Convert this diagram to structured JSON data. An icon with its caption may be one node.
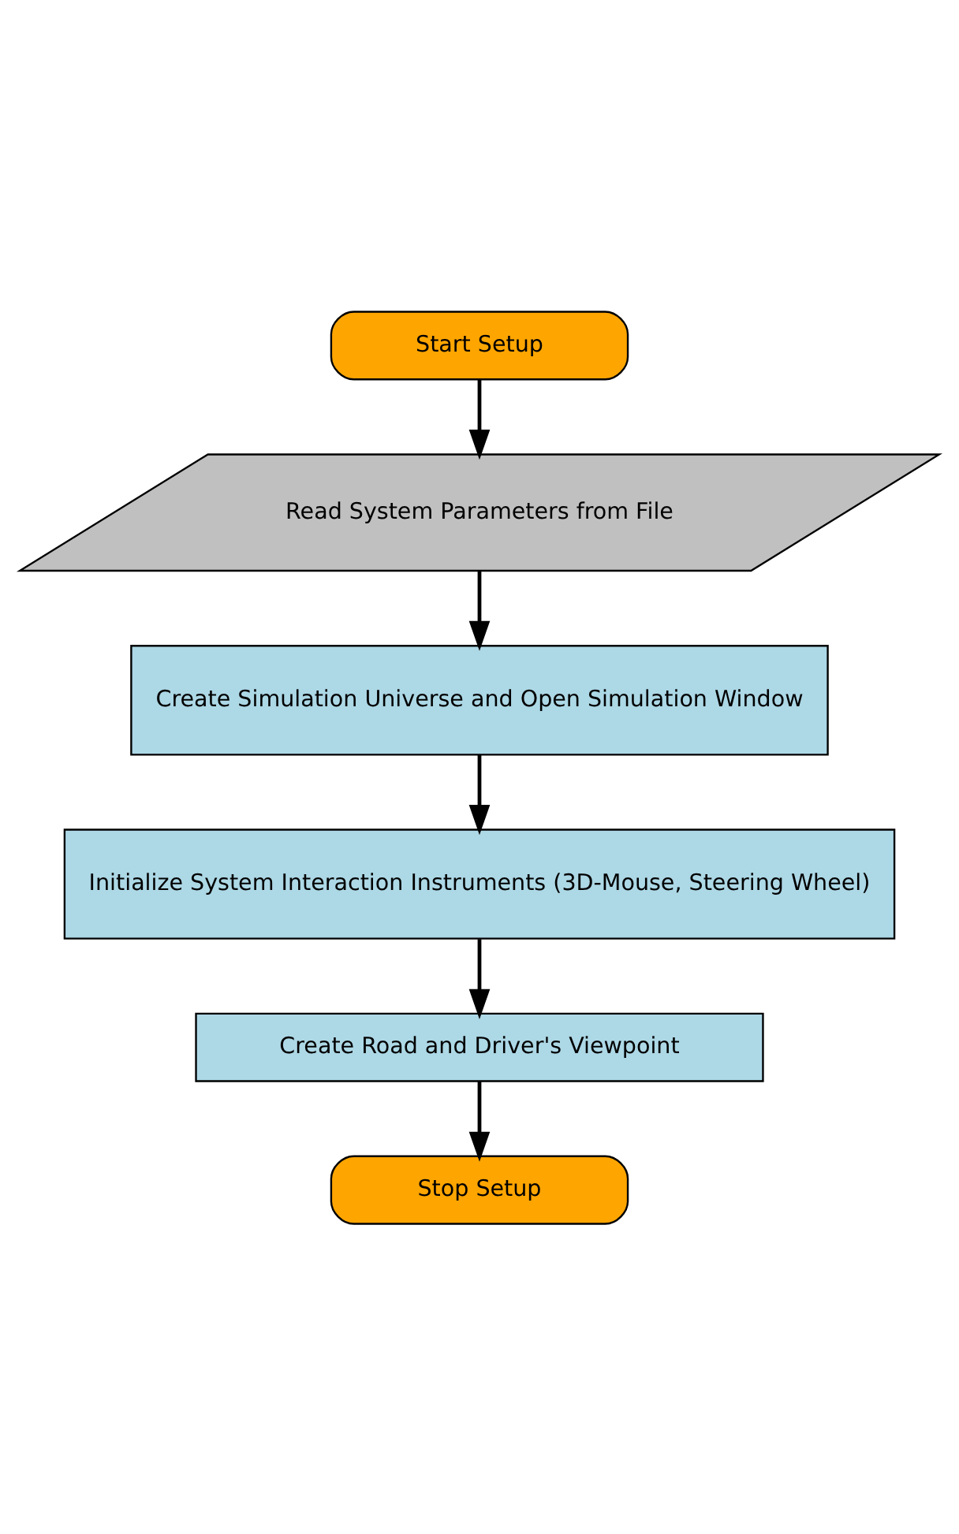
{
  "diagram": {
    "nodes": [
      {
        "text": [
          "Start Setup"
        ]
      },
      {
        "text": [
          "Read System Parameters from File"
        ]
      },
      {
        "text": [
          "Create Simulation Universe and Open Simulation Window"
        ]
      },
      {
        "text": [
          "Initialize System Interaction Instruments (3D-Mouse, Steering Wheel)"
        ]
      },
      {
        "text": [
          "Create Road and Driver's Viewpoint"
        ]
      },
      {
        "text": [
          "Stop Setup"
        ]
      }
    ],
    "edges": [
      {
        "from": 0,
        "to": 1,
        "arrow": "to"
      },
      {
        "from": 1,
        "to": 2,
        "arrow": "to"
      },
      {
        "from": 2,
        "to": 3,
        "arrow": "to"
      },
      {
        "from": 3,
        "to": 4,
        "arrow": "to"
      },
      {
        "from": 4,
        "to": 5,
        "arrow": "to"
      }
    ]
  }
}
